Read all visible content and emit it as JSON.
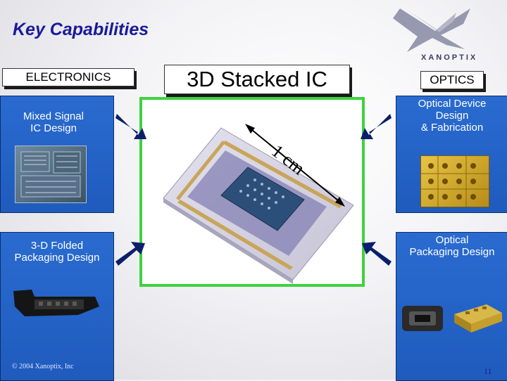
{
  "title": "Key Capabilities",
  "logo": {
    "text": "XANOPTIX"
  },
  "labels": {
    "electronics": "ELECTRONICS",
    "stacked_ic": "3D Stacked IC",
    "optics": "OPTICS"
  },
  "panels": {
    "top_left": {
      "text": "Mixed Signal\nIC Design",
      "lines": [
        "Mixed Signal",
        "IC Design"
      ]
    },
    "bottom_left": {
      "lines": [
        "3-D Folded",
        "Packaging Design"
      ]
    },
    "top_right": {
      "lines": [
        "Optical Device",
        "Design",
        "& Fabrication"
      ]
    },
    "bottom_right": {
      "lines": [
        "Optical",
        "Packaging Design"
      ]
    }
  },
  "dimension_label": "1 cm",
  "footer": {
    "copyright": "© 2004 Xanoptix, Inc",
    "page_number": "11"
  },
  "colors": {
    "title": "#1a1a9a",
    "panel": "#1f5bbd",
    "center_border": "#3fd23f",
    "arrow": "#0b1f6b"
  }
}
